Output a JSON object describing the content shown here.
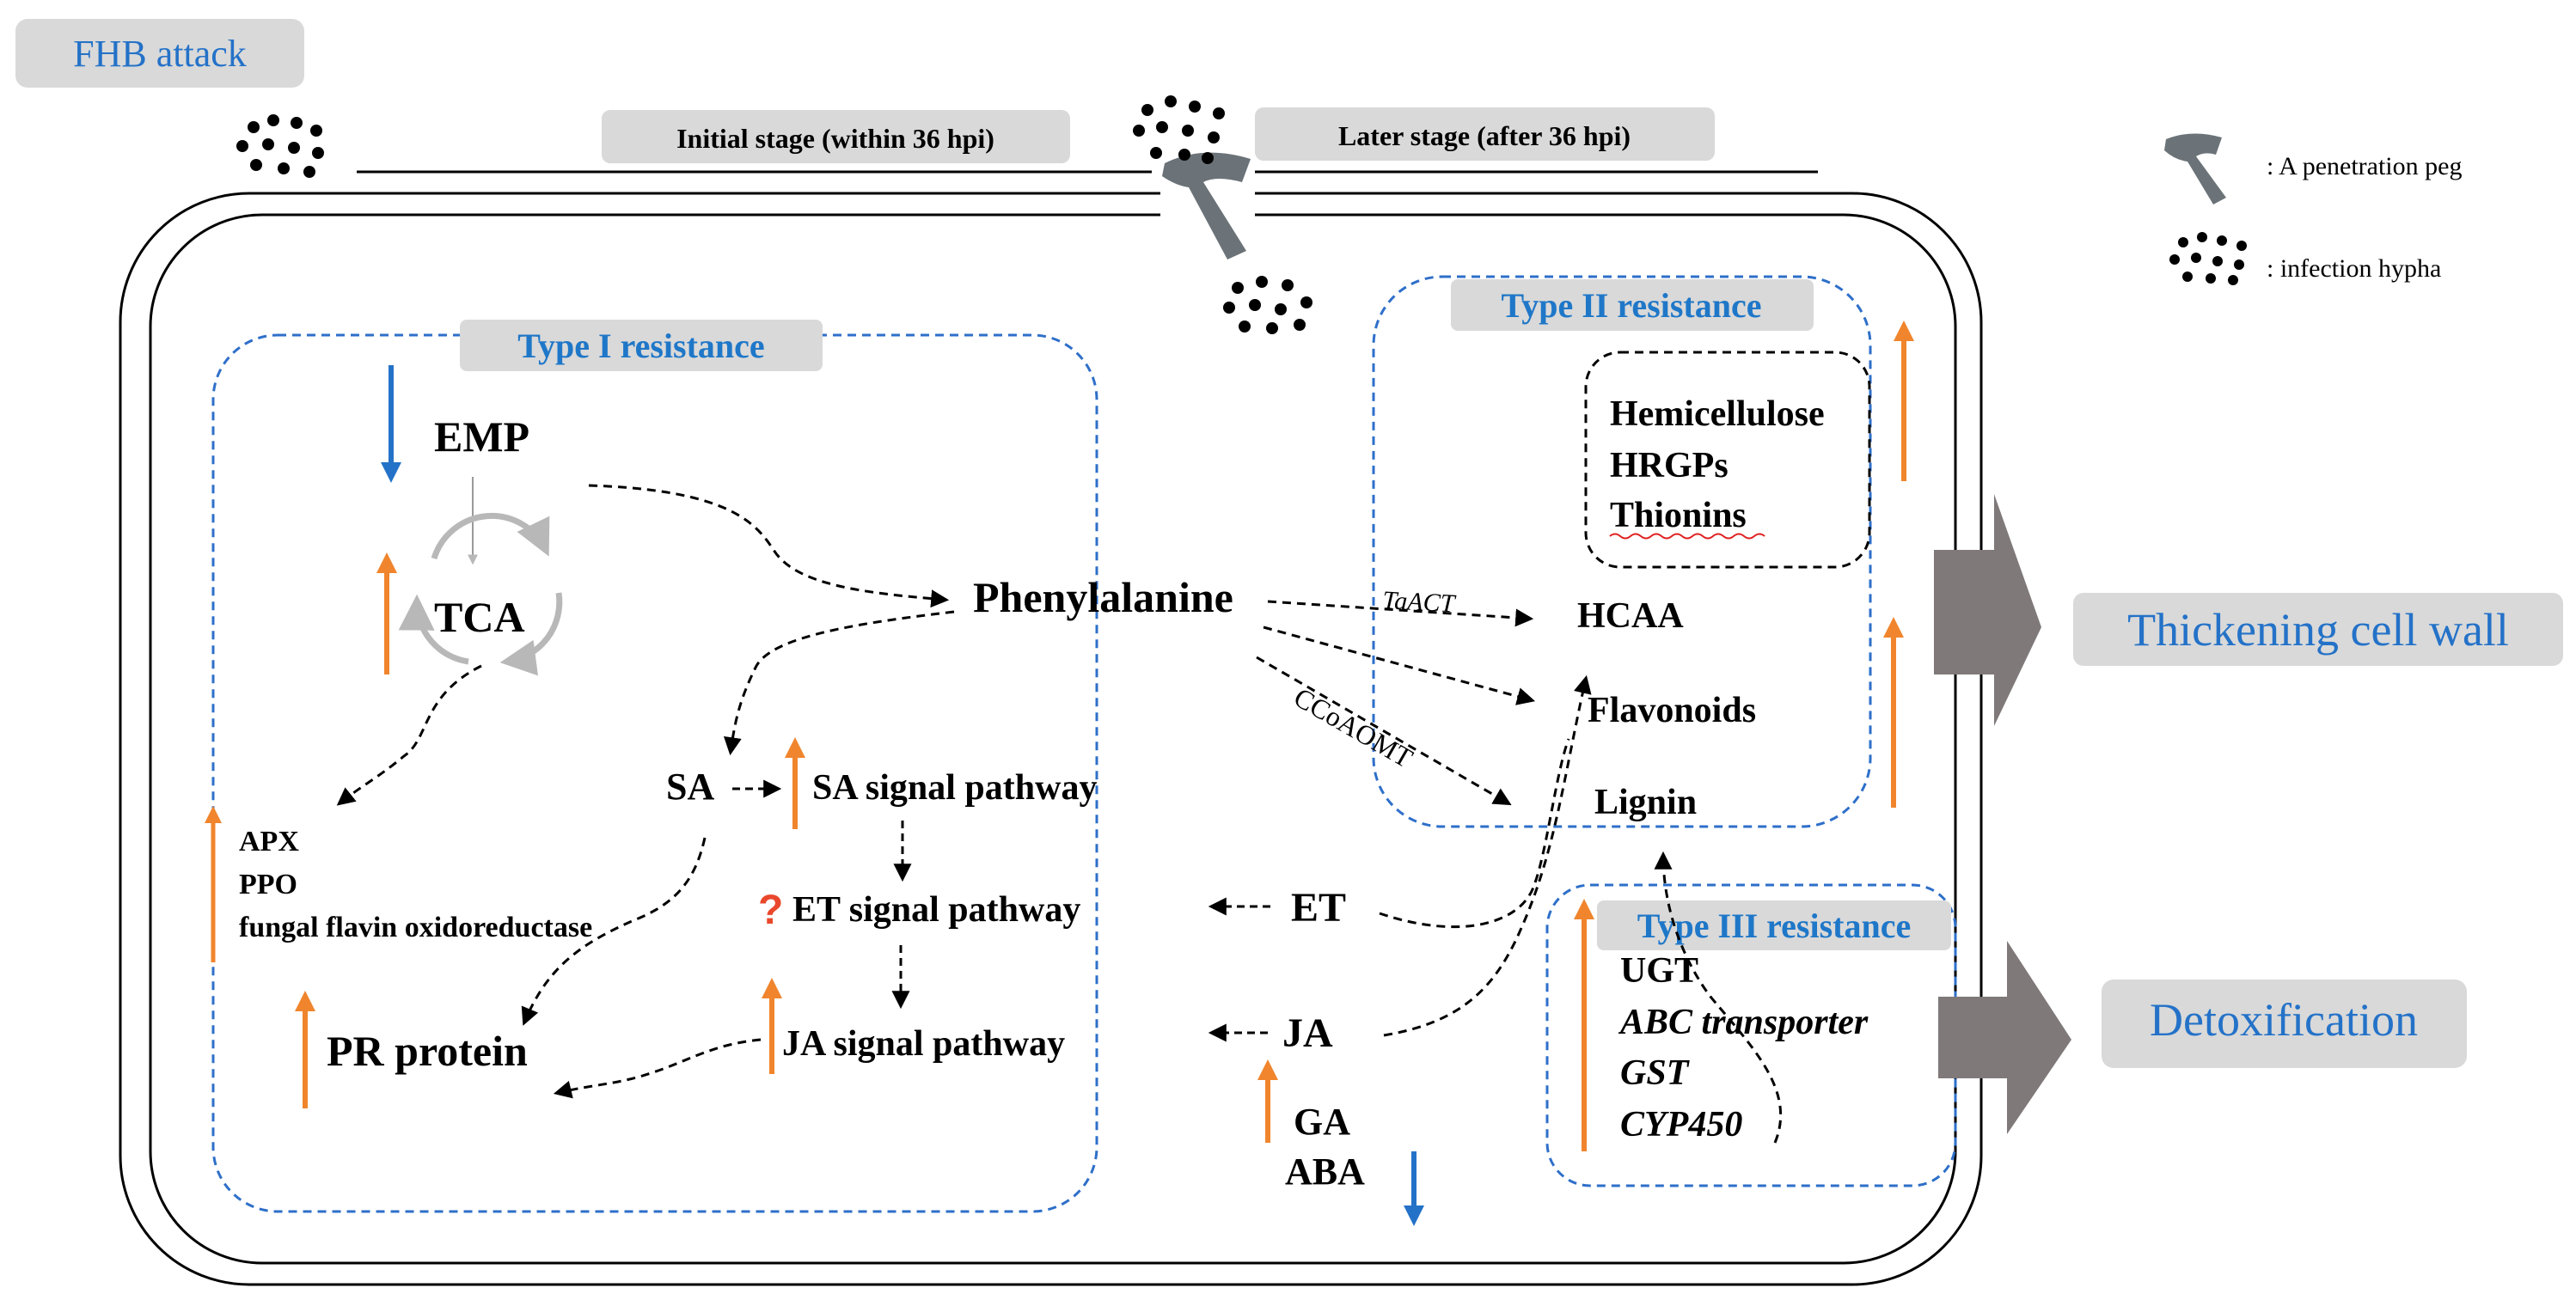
{
  "header": {
    "title": "FHB attack",
    "stage_initial": "Initial stage (within 36 hpi)",
    "stage_later": "Later stage (after 36 hpi)"
  },
  "legend": {
    "peg_label": ": A penetration peg",
    "hypha_label": ": infection hypha",
    "peg_icon": "penetration-peg-icon",
    "hypha_icon": "infection-hypha-icon"
  },
  "type1": {
    "title": "Type I resistance",
    "emp": "EMP",
    "tca": "TCA",
    "enzymes": [
      "APX",
      "PPO",
      "fungal flavin oxidoreductase"
    ],
    "pr_protein": "PR protein",
    "sa": "SA",
    "sa_pathway": "SA signal pathway",
    "et_pathway": "ET signal pathway",
    "unknown_mark": "?",
    "ja_pathway": "JA signal pathway"
  },
  "center": {
    "phenylalanine": "Phenylalanine",
    "taact": "TaACT",
    "ccoaomt": "CCoAOMT",
    "et": "ET",
    "ja": "JA",
    "ga": "GA",
    "aba": "ABA"
  },
  "type2": {
    "title": "Type II resistance",
    "wall_components": [
      "Hemicellulose",
      "HRGPs",
      "Thionins"
    ],
    "hcaa": "HCAA",
    "flavonoids": "Flavonoids",
    "lignin": "Lignin"
  },
  "type3": {
    "title": "Type III resistance",
    "genes": [
      "UGT",
      "ABC transporter",
      "GST",
      "CYP450"
    ]
  },
  "outcomes": {
    "thickening": "Thickening cell wall",
    "detox": "Detoxification"
  },
  "colors": {
    "up_arrow": "#F0852D",
    "down_arrow": "#2472C8",
    "resistance_title": "#1F77C8",
    "dashed_box": "#2E6FC9",
    "label_bg": "#D9D9D9",
    "big_arrow": "#7F7979"
  }
}
